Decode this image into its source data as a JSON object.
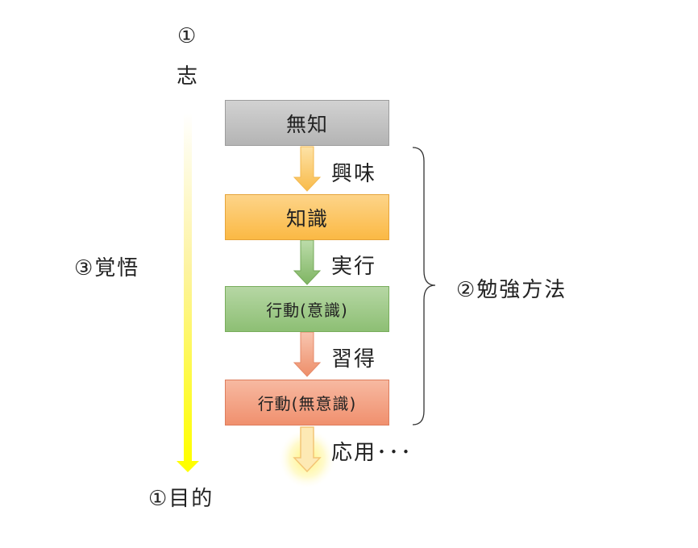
{
  "top": {
    "number": "①",
    "label": "志"
  },
  "bottom_label": "①目的",
  "left_label": "③覚悟",
  "right_label": "②勉強方法",
  "boxes": [
    {
      "label": "無知",
      "color": "#c4c4c4"
    },
    {
      "label": "知識",
      "color": "#fcc765"
    },
    {
      "label": "行動(意識)",
      "color": "#a2cb8c"
    },
    {
      "label": "行動(無意識)",
      "color": "#f4a788"
    }
  ],
  "steps": [
    "興味",
    "実行",
    "習得",
    "応用･･･"
  ]
}
